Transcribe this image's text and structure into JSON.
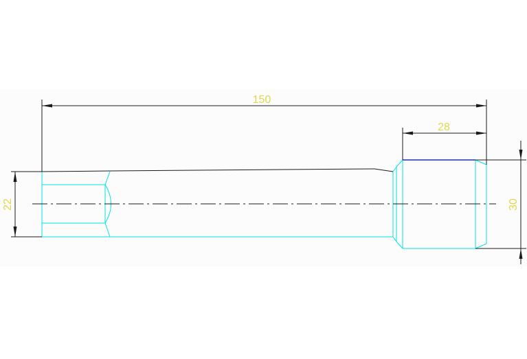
{
  "colors": {
    "background": "#ffffff",
    "sheet": "#fcfcfc",
    "part_outline": "#00e5e5",
    "dimension_line": "#1a1a1a",
    "dimension_text": "#e0d94c",
    "highlight_edge": "#1f2fb0"
  },
  "dimensions": {
    "overall_length": "150",
    "head_length": "28",
    "shank_diameter": "22",
    "head_diameter": "30"
  }
}
